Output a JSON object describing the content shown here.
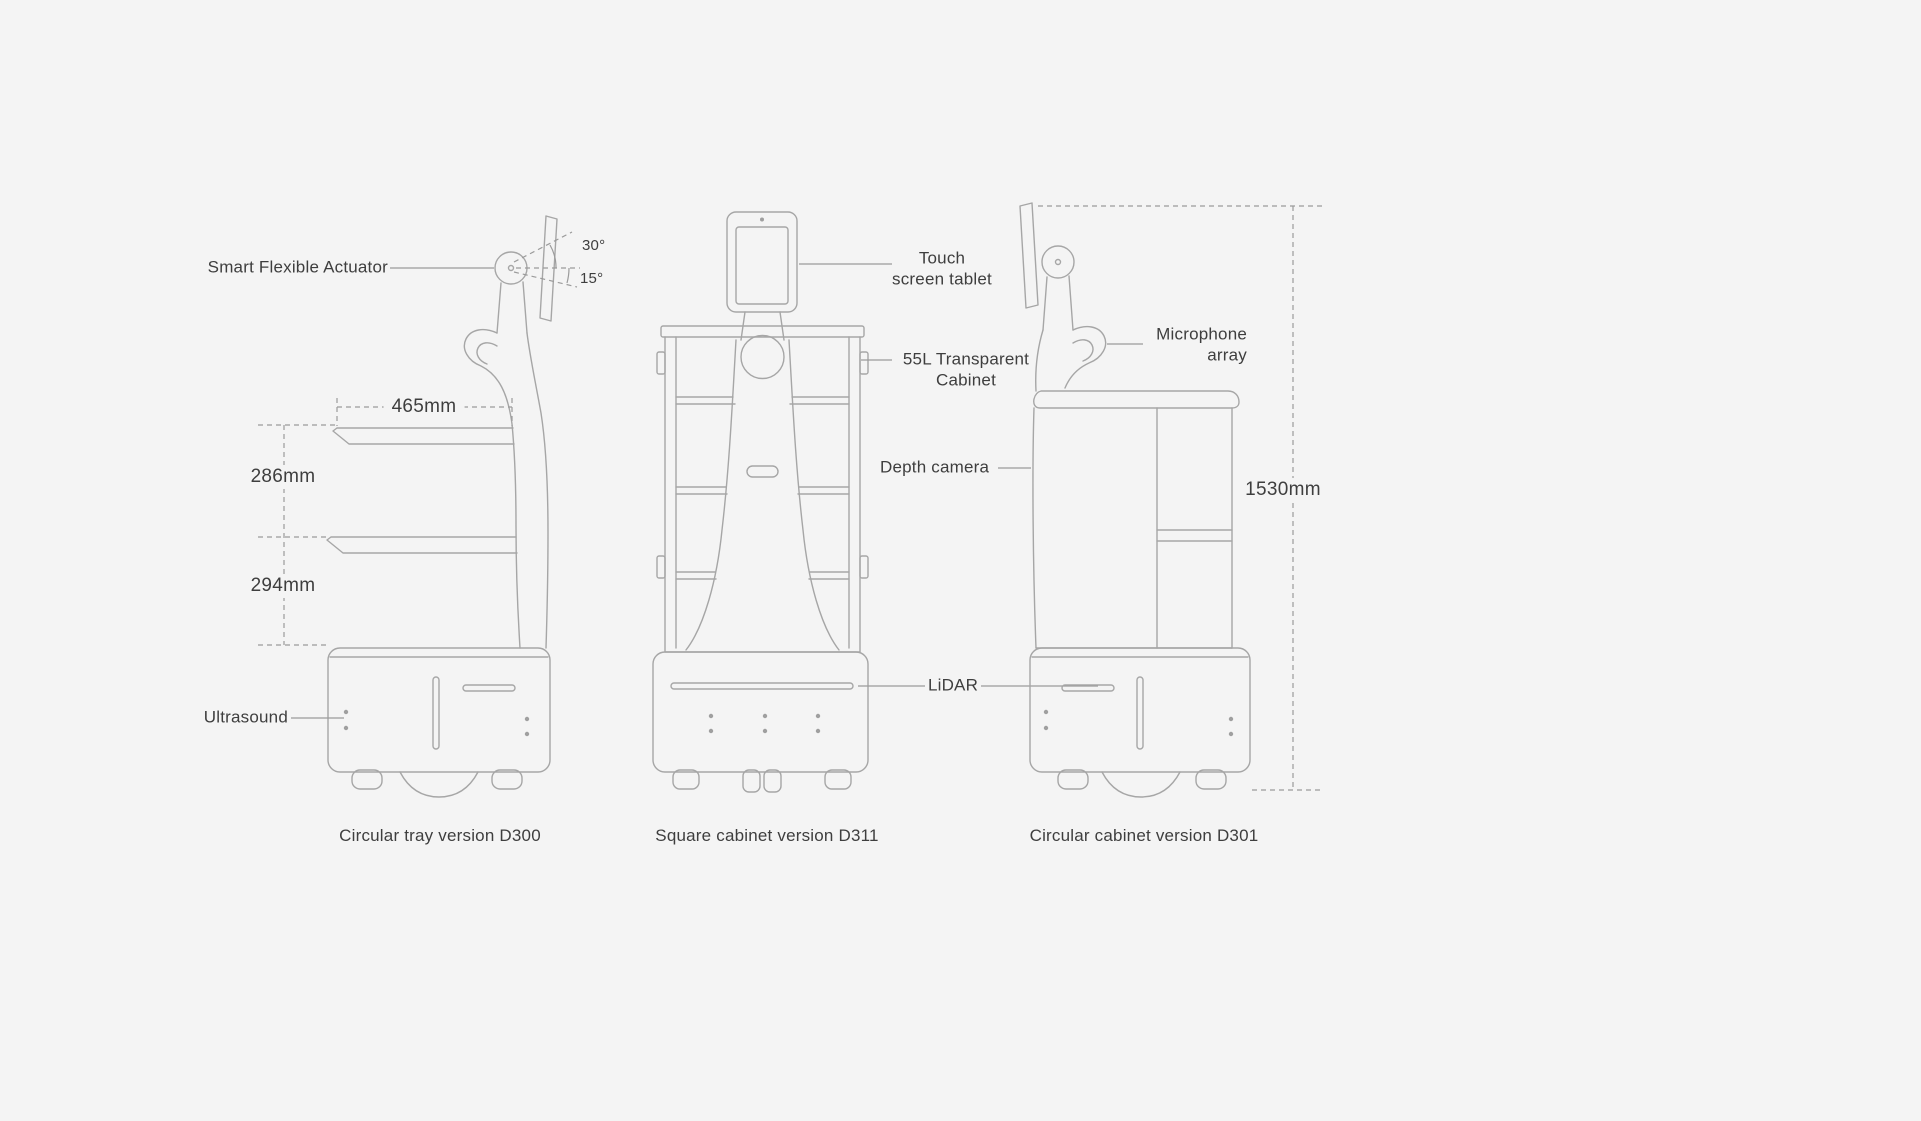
{
  "canvas": {
    "background": "#f4f4f4",
    "line_color": "#a6a6a6",
    "text_color": "#3e3e3e"
  },
  "d300": {
    "caption": "Circular tray version D300",
    "labels": {
      "actuator": "Smart Flexible Actuator",
      "angle_up": "30°",
      "angle_down": "15°",
      "tray_width": "465mm",
      "tray_gap_upper": "286mm",
      "tray_gap_lower": "294mm",
      "ultrasound": "Ultrasound"
    }
  },
  "d311": {
    "caption": "Square cabinet version D311",
    "labels": {
      "tablet": "Touch\nscreen tablet",
      "cabinet": "55L Transparent\nCabinet",
      "depth_camera": "Depth camera",
      "lidar": "LiDAR"
    }
  },
  "d301": {
    "caption": "Circular cabinet version D301",
    "labels": {
      "microphone": "Microphone\narray",
      "height": "1530mm"
    }
  }
}
